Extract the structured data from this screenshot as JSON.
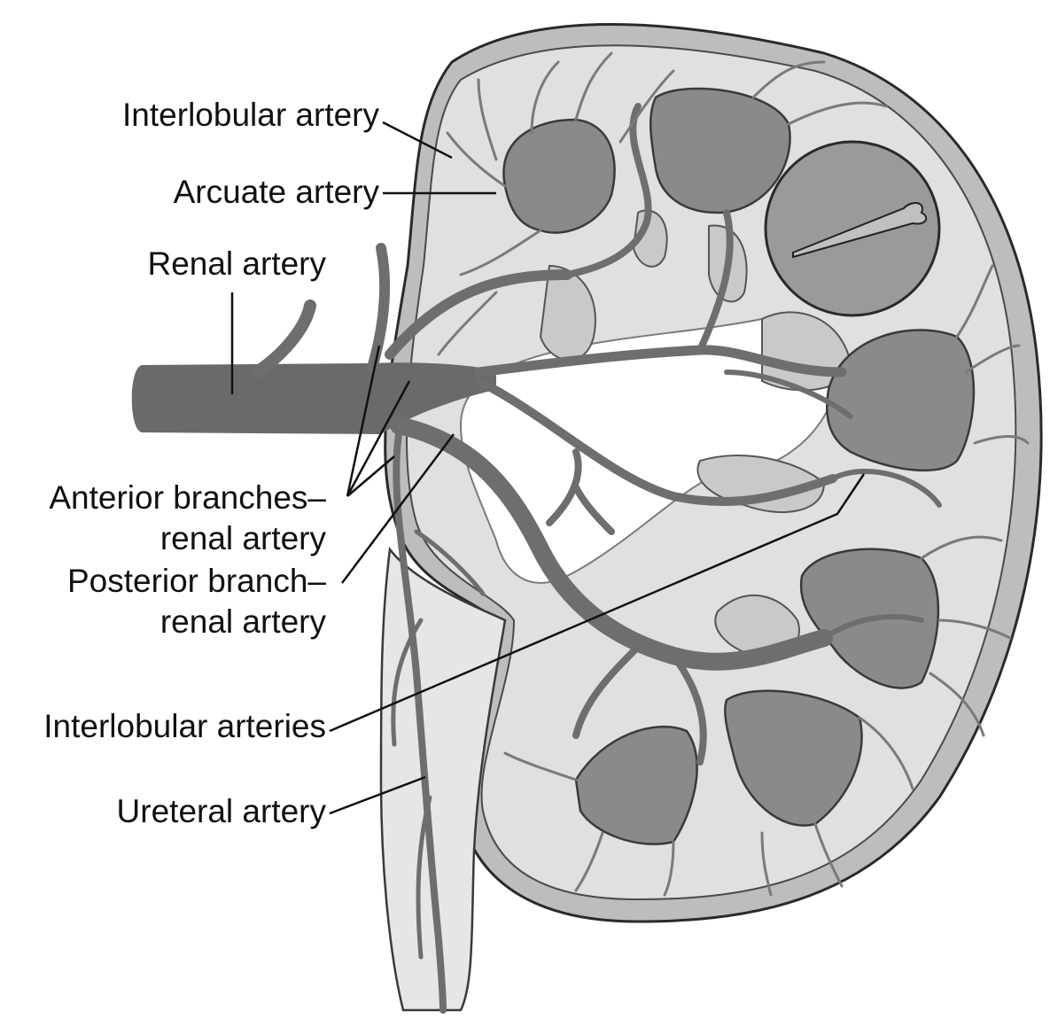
{
  "diagram": {
    "colors": {
      "artery": "#6e6e6e",
      "pyramid": "#8a8a8a",
      "cortex": "#dedede",
      "capsule": "#bdbdbd",
      "sinus": "#ffffff",
      "ink": "#111111"
    },
    "labels": {
      "interlobular_artery": "Interlobular artery",
      "arcuate_artery": "Arcuate artery",
      "renal_artery": "Renal artery",
      "anterior_branches_1": "Anterior branches–",
      "anterior_branches_2": "renal artery",
      "posterior_branch_1": "Posterior branch–",
      "posterior_branch_2": "renal artery",
      "interlobular_arteries": "Interlobular arteries",
      "ureteral_artery": "Ureteral artery"
    }
  }
}
